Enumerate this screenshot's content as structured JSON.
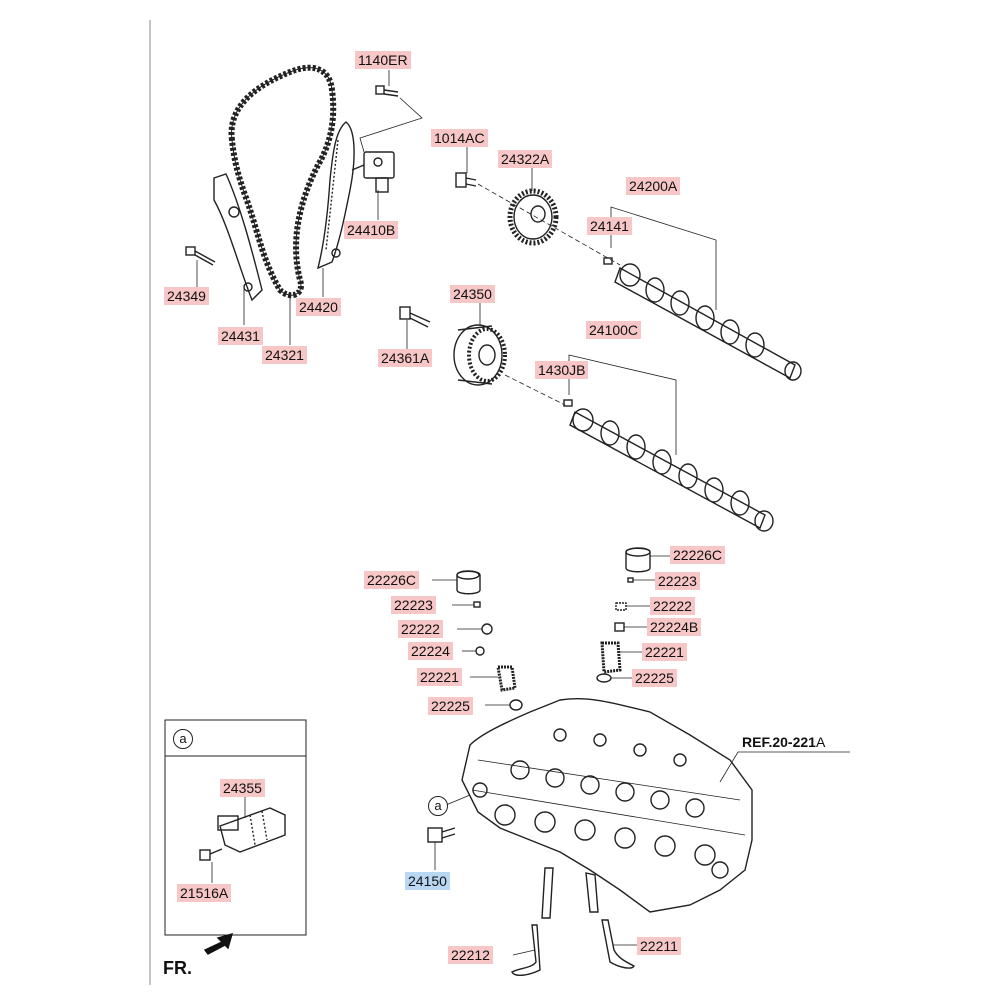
{
  "labels": {
    "p1140ER": "1140ER",
    "p1014AC": "1014AC",
    "p24322A": "24322A",
    "p24200A": "24200A",
    "p24141": "24141",
    "p24410B": "24410B",
    "p24349": "24349",
    "p24420": "24420",
    "p24431": "24431",
    "p24321": "24321",
    "p24350": "24350",
    "p24361A": "24361A",
    "p24100C": "24100C",
    "p1430JB": "1430JB",
    "p22226C_l": "22226C",
    "p22223_l": "22223",
    "p22222_l": "22222",
    "p22224_l": "22224",
    "p22221_l": "22221",
    "p22225_l": "22225",
    "p22226C_r": "22226C",
    "p22223_r": "22223",
    "p22222_r": "22222",
    "p22224B": "22224B",
    "p22221_r": "22221",
    "p22225_r": "22225",
    "p24150": "24150",
    "p24355": "24355",
    "p21516A": "21516A",
    "p22212": "22212",
    "p22211": "22211"
  },
  "ref": {
    "main": "REF.20-221",
    "suffix": "A"
  },
  "inset": {
    "marker": "a"
  },
  "head_marker": "a",
  "front_label": "FR."
}
